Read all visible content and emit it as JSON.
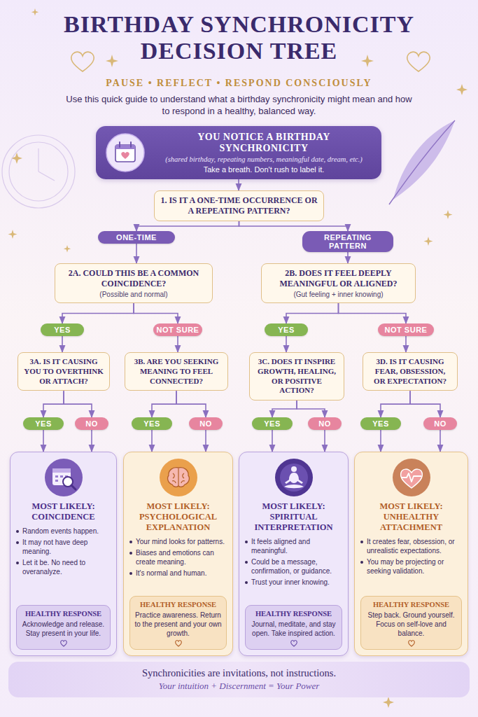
{
  "diagram": {
    "title": "BIRTHDAY SYNCHRONICITY DECISION TREE",
    "caption": "Synchronicities are invitations, not instructions.",
    "nodes": [
      {
        "text": [
          "YOU NOTICE A BIRTHDAY SYNCHRONICITY",
          "(shared birthday, repeating numbers, meaningful date, dream, etc.)",
          "Take a breath. Don't rush to label it."
        ]
      },
      {
        "text": [
          "1. IS IT A ONE-TIME OCCURRENCE OR A REPEATING PATTERN?"
        ]
      },
      {
        "text": [
          "ONE-TIME"
        ]
      },
      {
        "text": [
          "REPEATING PATTERN"
        ]
      },
      {
        "text": [
          "2A. COULD THIS BE A COMMON COINCIDENCE?",
          "(Possible and normal)"
        ]
      },
      {
        "text": [
          "2B. DOES IT FEEL DEEPLY MEANINGFUL OR ALIGNED?",
          "(Gut feeling + inner knowing)"
        ]
      },
      {
        "text": [
          "YES"
        ]
      },
      {
        "text": [
          "NOT SURE"
        ]
      },
      {
        "text": [
          "YES"
        ]
      },
      {
        "text": [
          "NOT SURE"
        ]
      },
      {
        "text": [
          "3A. IS IT CAUSING YOU TO OVERTHINK OR ATTACH?"
        ]
      },
      {
        "text": [
          "3B. ARE YOU SEEKING MEANING TO FEEL CONNECTED?"
        ]
      },
      {
        "text": [
          "3C. DOES IT INSPIRE GROWTH, HEALING, OR POSITIVE ACTION?"
        ]
      },
      {
        "text": [
          "3D. IS IT CAUSING FEAR, OBSESSION, OR EXPECTATION?"
        ]
      },
      {
        "text": [
          "YES"
        ]
      },
      {
        "text": [
          "NO"
        ]
      },
      {
        "text": [
          "YES"
        ]
      },
      {
        "text": [
          "NO"
        ]
      },
      {
        "text": [
          "YES"
        ]
      },
      {
        "text": [
          "NO"
        ]
      },
      {
        "text": [
          "YES"
        ]
      },
      {
        "text": [
          "NO"
        ]
      },
      {
        "text": [
          "MOST LIKELY: COINCIDENCE",
          "Random events happen.",
          "It may not have deep meaning.",
          "Let it be. No need to overanalyze."
        ]
      },
      {
        "text": [
          "HEALTHY RESPONSE",
          "Acknowledge and release. Stay present in your life."
        ],
        "in": 22
      },
      {
        "text": [
          "MOST LIKELY: PSYCHOLOGICAL EXPLANATION",
          "Your mind looks for patterns.",
          "Biases and emotions can create meaning.",
          "It's normal and human."
        ]
      },
      {
        "text": [
          "HEALTHY RESPONSE",
          "Practice awareness. Return to the present and your own growth."
        ],
        "in": 24
      },
      {
        "text": [
          "MOST LIKELY: SPIRITUAL INTERPRETATION",
          "It feels aligned and meaningful.",
          "Could be a message, confirmation, or guidance.",
          "Trust your inner knowing."
        ]
      },
      {
        "text": [
          "HEALTHY RESPONSE",
          "Journal, meditate, and stay open. Take inspired action."
        ],
        "in": 26
      },
      {
        "text": [
          "MOST LIKELY: UNHEALTHY ATTACHMENT",
          "It creates fear, obsession, or unrealistic expectations.",
          "You may be projecting or seeking validation."
        ]
      },
      {
        "text": [
          "HEALTHY RESPONSE",
          "Step back. Ground yourself. Focus on self-love and balance."
        ],
        "in": 28
      }
    ],
    "edges": [
      {
        "from": 0,
        "to": 1,
        "arrow": "to"
      },
      {
        "from": 1,
        "to": 2,
        "arrow": "to"
      },
      {
        "from": 1,
        "to": 3,
        "arrow": "to"
      },
      {
        "from": 2,
        "to": 4,
        "arrow": "to"
      },
      {
        "from": 3,
        "to": 5,
        "arrow": "to"
      },
      {
        "from": 4,
        "to": 6,
        "arrow": "to"
      },
      {
        "from": 4,
        "to": 7,
        "arrow": "to"
      },
      {
        "from": 5,
        "to": 8,
        "arrow": "to"
      },
      {
        "from": 5,
        "to": 9,
        "arrow": "to"
      },
      {
        "from": 6,
        "to": 10,
        "arrow": "to"
      },
      {
        "from": 7,
        "to": 11,
        "arrow": "to"
      },
      {
        "from": 8,
        "to": 12,
        "arrow": "to"
      },
      {
        "from": 9,
        "to": 13,
        "arrow": "to"
      },
      {
        "from": 10,
        "to": 14,
        "arrow": "to"
      },
      {
        "from": 10,
        "to": 15,
        "arrow": "to"
      },
      {
        "from": 11,
        "to": 16,
        "arrow": "to"
      },
      {
        "from": 11,
        "to": 17,
        "arrow": "to"
      },
      {
        "from": 12,
        "to": 18,
        "arrow": "to"
      },
      {
        "from": 12,
        "to": 19,
        "arrow": "to"
      },
      {
        "from": 13,
        "to": 20,
        "arrow": "to"
      },
      {
        "from": 13,
        "to": 21,
        "arrow": "to"
      },
      {
        "from": 14,
        "to": 22,
        "arrow": "to"
      },
      {
        "from": 15,
        "to": 22,
        "arrow": "to"
      },
      {
        "from": 16,
        "to": 24,
        "arrow": "to"
      },
      {
        "from": 17,
        "to": 24,
        "arrow": "to"
      },
      {
        "from": 18,
        "to": 26,
        "arrow": "to"
      },
      {
        "from": 19,
        "to": 26,
        "arrow": "to"
      },
      {
        "from": 20,
        "to": 28,
        "arrow": "to"
      },
      {
        "from": 21,
        "to": 28,
        "arrow": "to"
      }
    ],
    "labels": [
      "PAUSE • REFLECT • RESPOND CONSCIOUSLY",
      "Use this quick guide to understand what a birthday synchronicity might mean and how to respond in a healthy, balanced way.",
      "Your intuition + Discernment = Your Power"
    ]
  }
}
